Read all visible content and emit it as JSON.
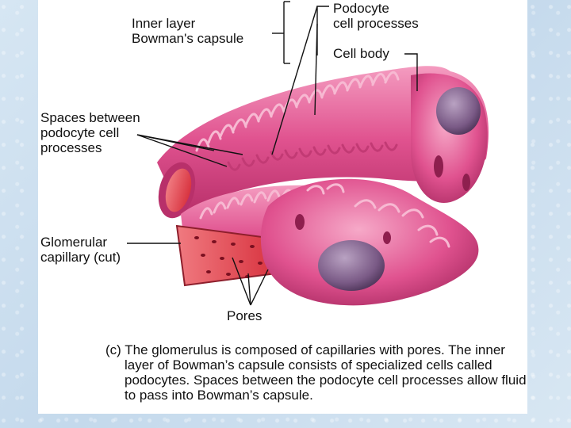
{
  "labels": {
    "inner_layer": "Inner layer\nBowman's capsule",
    "podocyte_processes": "Podocyte\ncell processes",
    "cell_body": "Cell body",
    "spaces": "Spaces between\npodocyte cell\nprocesses",
    "glomerular_capillary": "Glomerular\ncapillary (cut)",
    "pores": "Pores"
  },
  "caption": "(c) The glomerulus is composed of capillaries with pores. The inner layer of Bowman’s capsule consists of specialized cells called podocytes. Spaces between the podocyte cell processes allow fluid to pass into Bowman’s capsule.",
  "colors": {
    "tissue": "#e0528f",
    "tissue_light": "#f089b4",
    "capillary_cut": "#e03a44",
    "nucleus": "#7a5a86",
    "background": "#cfe0ef"
  }
}
